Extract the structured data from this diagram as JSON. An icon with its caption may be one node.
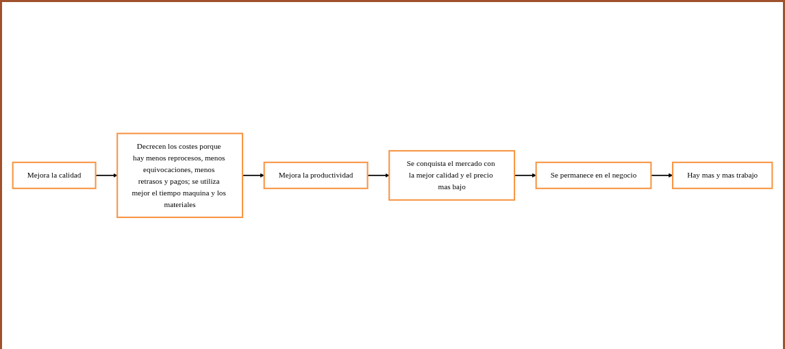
{
  "diagram": {
    "nodes": [
      {
        "text": [
          "Mejora la calidad"
        ]
      },
      {
        "text": [
          "Decrecen los costes porque hay menos reprocesos, menos equivocaciones, menos retrasos y pagos; se utiliza mejor el tiempo maquina y los materiales"
        ]
      },
      {
        "text": [
          "Mejora la productividad"
        ]
      },
      {
        "text": [
          "Se conquista el mercado con la mejor calidad y el precio mas bajo"
        ]
      },
      {
        "text": [
          "Se permanece en el negocio"
        ]
      },
      {
        "text": [
          "Hay mas y mas trabajo"
        ]
      }
    ],
    "edges": [
      {
        "from": 0,
        "to": 1,
        "arrow": "to"
      },
      {
        "from": 1,
        "to": 2,
        "arrow": "to"
      },
      {
        "from": 2,
        "to": 3,
        "arrow": "to"
      },
      {
        "from": 3,
        "to": 4,
        "arrow": "to"
      },
      {
        "from": 4,
        "to": 5,
        "arrow": "to"
      }
    ]
  }
}
